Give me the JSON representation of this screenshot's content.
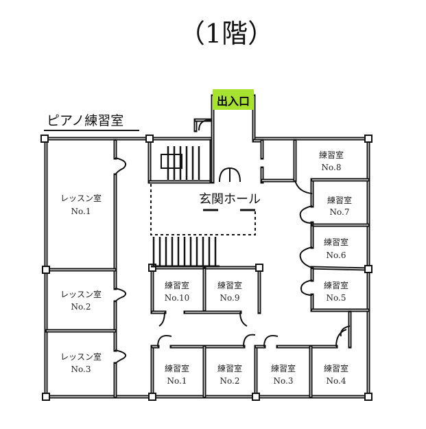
{
  "title": "（1階）",
  "section_label": "ピアノ練習室",
  "entrance": {
    "label": "出入口",
    "color": "#a6e22e"
  },
  "hall_label": "玄関ホール",
  "lesson_rooms": [
    {
      "name": "レッスン室",
      "no": "No.1"
    },
    {
      "name": "レッスン室",
      "no": "No.2"
    },
    {
      "name": "レッスン室",
      "no": "No.3"
    }
  ],
  "practice_rooms": [
    {
      "name": "練習室",
      "no": "No.1"
    },
    {
      "name": "練習室",
      "no": "No.2"
    },
    {
      "name": "練習室",
      "no": "No.3"
    },
    {
      "name": "練習室",
      "no": "No.4"
    },
    {
      "name": "練習室",
      "no": "No.5"
    },
    {
      "name": "練習室",
      "no": "No.6"
    },
    {
      "name": "練習室",
      "no": "No.7"
    },
    {
      "name": "練習室",
      "no": "No.8"
    },
    {
      "name": "練習室",
      "no": "No.9"
    },
    {
      "name": "練習室",
      "no": "No.10"
    }
  ]
}
